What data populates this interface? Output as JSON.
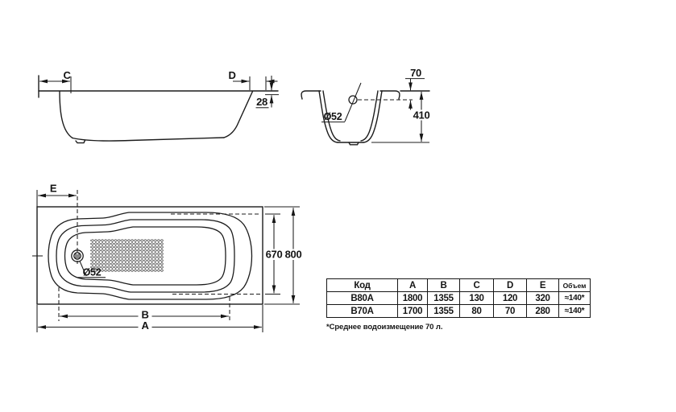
{
  "drawing": {
    "side_view": {
      "dim_c": "C",
      "dim_d": "D",
      "dim_lip": "28"
    },
    "end_view": {
      "dim_top": "70",
      "dim_depth": "410",
      "dim_overflow": "Ø52"
    },
    "plan_view": {
      "dim_e": "E",
      "dim_inner_width": "670",
      "dim_outer_width": "800",
      "dim_b": "B",
      "dim_a": "A",
      "dim_drain": "Ø52"
    }
  },
  "table": {
    "headers": [
      "Код",
      "A",
      "B",
      "C",
      "D",
      "E",
      "Объем"
    ],
    "rows": [
      {
        "cells": [
          "B80A",
          "1800",
          "1355",
          "130",
          "120",
          "320",
          "≈140*"
        ]
      },
      {
        "cells": [
          "B70A",
          "1700",
          "1355",
          "80",
          "70",
          "280",
          "≈140*"
        ]
      }
    ]
  },
  "footnote": "*Среднее водоизмещение 70 л.",
  "colors": {
    "line": "#1c1c1c",
    "text": "#141414",
    "dots": "#6f6f6f",
    "background": "#ffffff"
  }
}
